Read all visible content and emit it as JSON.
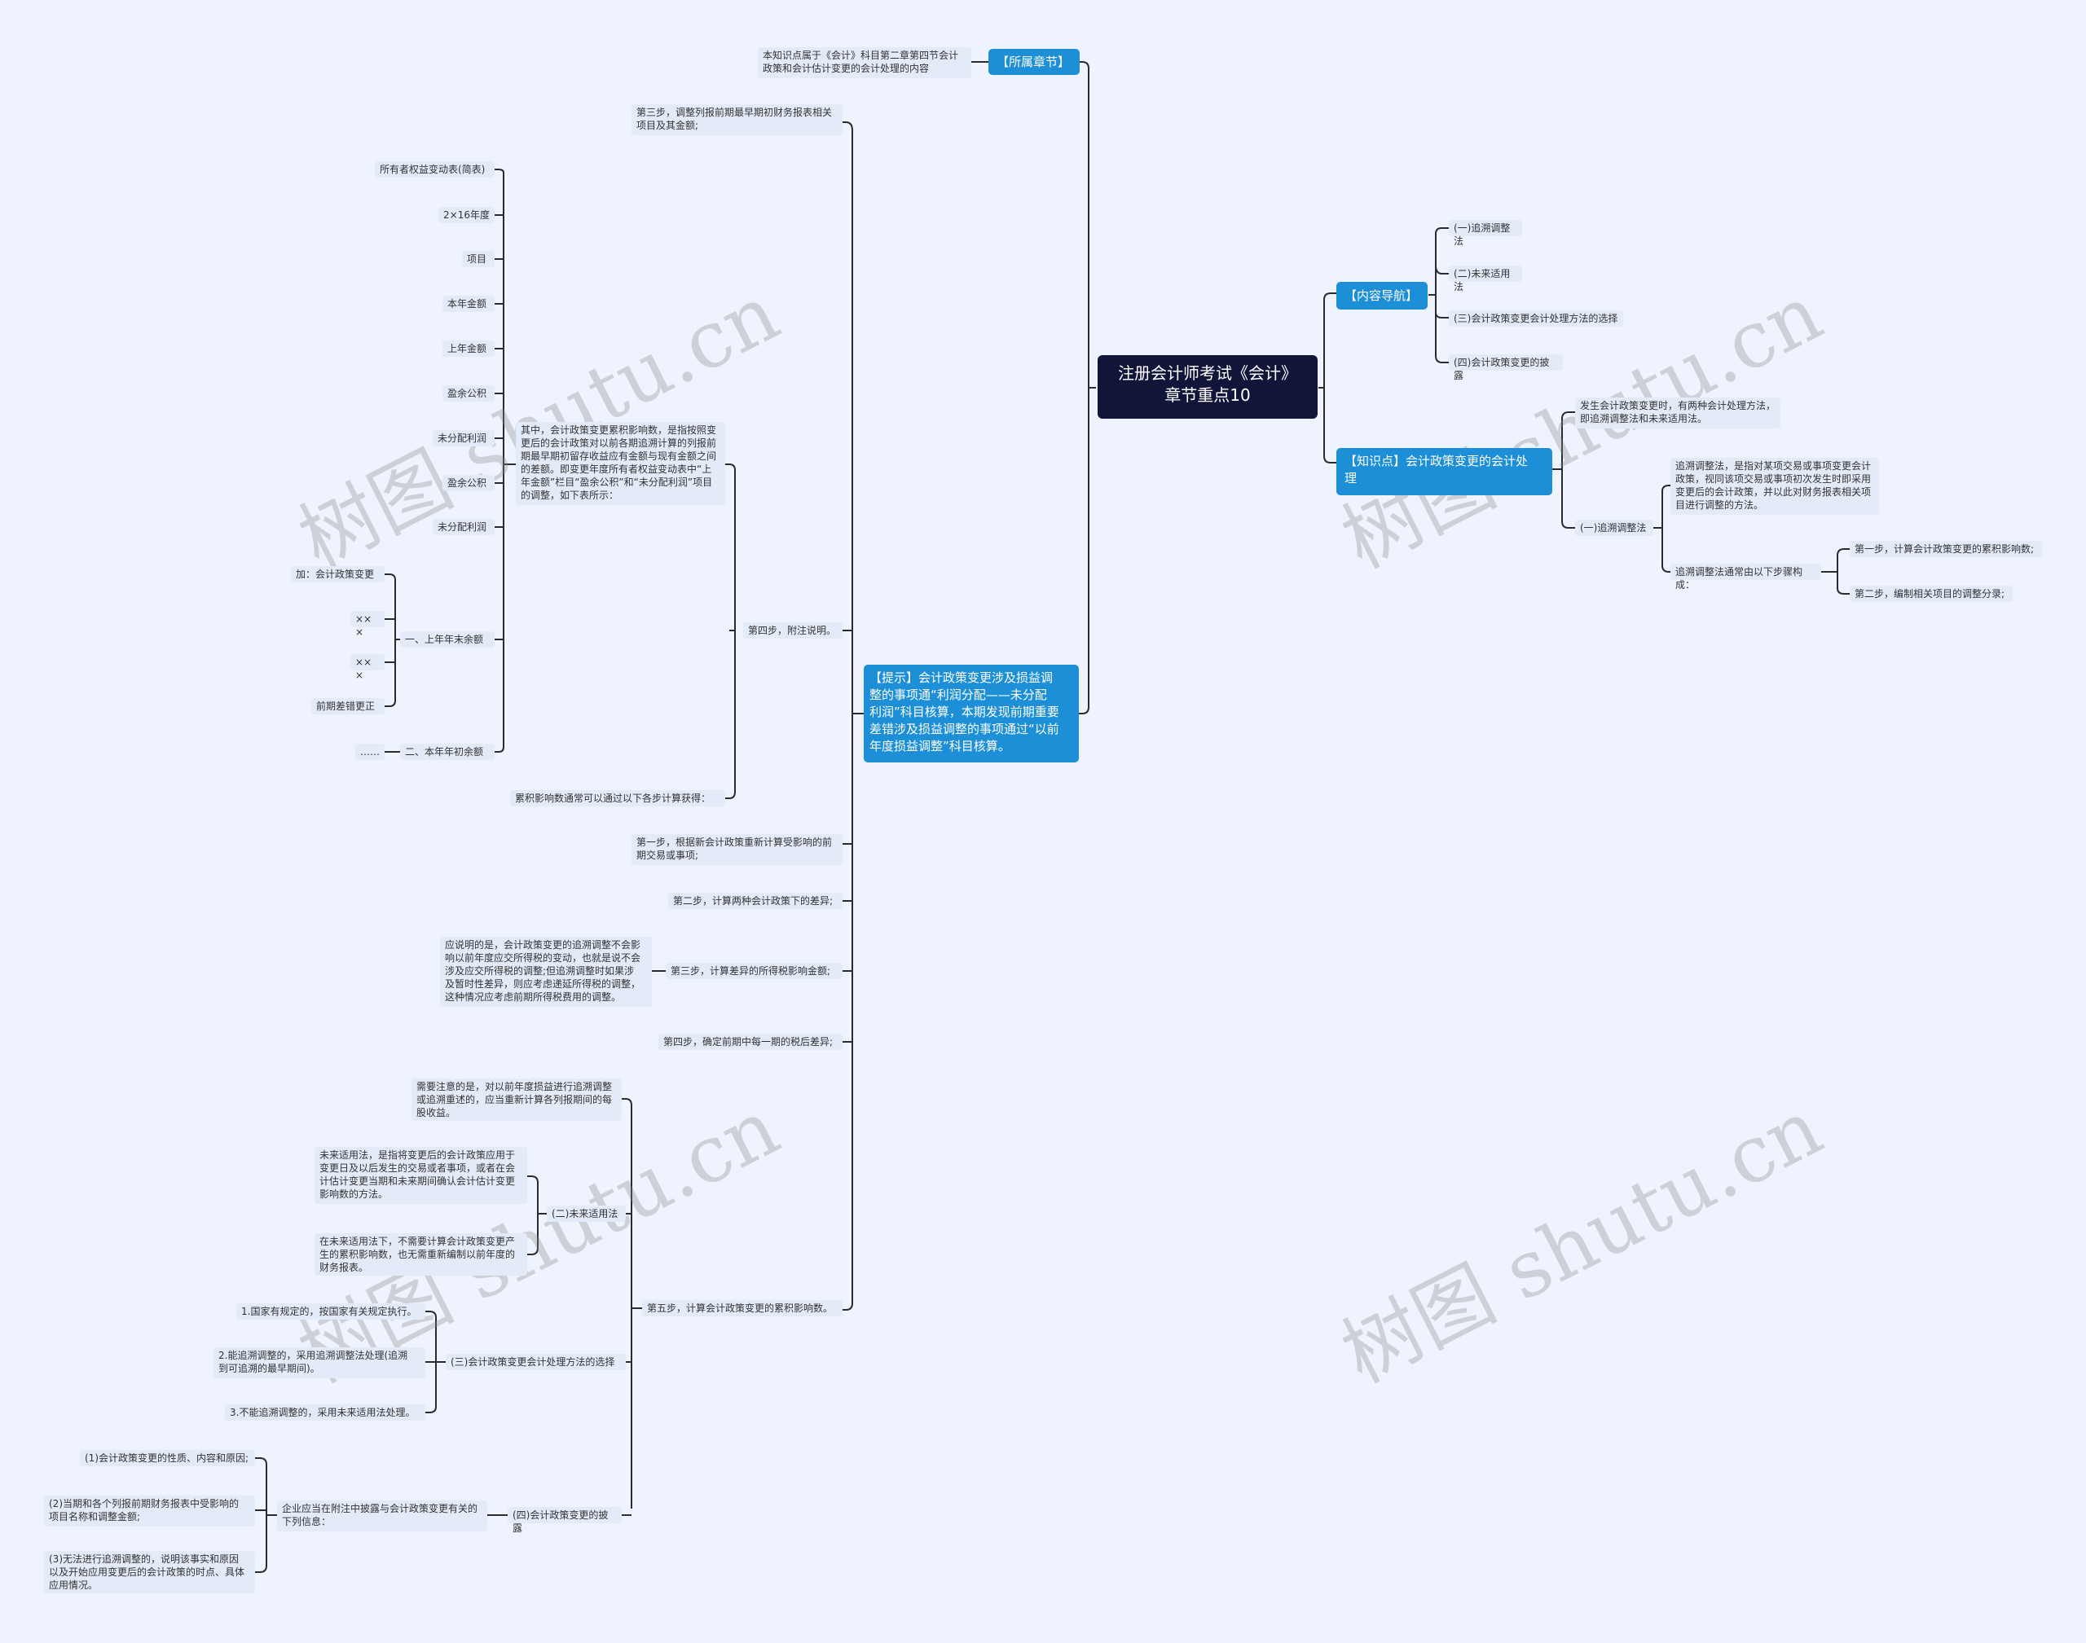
{
  "root": "注册会计师考试《会计》\n章节重点10",
  "chapter": {
    "label": "【所属章节】",
    "desc": "本知识点属于《会计》科目第二章第四节会计\n政策和会计估计变更的会计处理的内容"
  },
  "nav": {
    "label": "【内容导航】",
    "items": [
      "(一)追溯调整法",
      "(二)未来适用法",
      "(三)会计政策变更会计处理方法的选择",
      "(四)会计政策变更的披露"
    ]
  },
  "knowledge": {
    "label": "【知识点】会计政策变更的会计处\n理",
    "intro": "发生会计政策变更时，有两种会计处理方法，\n即追溯调整法和未来适用法。",
    "method1": "(一)追溯调整法",
    "def": "追溯调整法，是指对某项交易或事项变更会计\n政策，视同该项交易或事项初次发生时即采用\n变更后的会计政策，并以此对财务报表相关项\n目进行调整的方法。",
    "steps_label": "追溯调整法通常由以下步骤构成：",
    "step1": "第一步，计算会计政策变更的累积影响数;",
    "step2": "第二步，编制相关项目的调整分录;"
  },
  "tip": "【提示】会计政策变更涉及损益调\n整的事项通“利润分配——未分配\n利润”科目核算，本期发现前期重要\n差错涉及损益调整的事项通过“以前\n年度损益调整”科目核算。",
  "left": {
    "step3_top": "第三步，调整列报前期最早期初财务报表相关\n项目及其金额;",
    "step4": "第四步，附注说明。",
    "explain": "其中，会计政策变更累积影响数，是指按照变\n更后的会计政策对以前各期追溯计算的列报前\n期最早期初留存收益应有金额与现有金额之间\n的差额。即变更年度所有者权益变动表中“上\n年金额”栏目“盈余公积”和“未分配利润”项目\n的调整，如下表所示：",
    "table": [
      "所有者权益变动表(简表)",
      "2×16年度",
      "项目",
      "本年金额",
      "上年金额",
      "盈余公积",
      "未分配利润",
      "盈余公积",
      "未分配利润"
    ],
    "row1": "一、上年年末余额",
    "row1_children": [
      "加：会计政策变更",
      "×××",
      "×××",
      "前期差错更正"
    ],
    "row2": "二、本年年初余额",
    "row2_child": "……",
    "cumul": "累积影响数通常可以通过以下各步计算获得：",
    "s1": "第一步，根据新会计政策重新计算受影响的前\n期交易或事项;",
    "s2": "第二步，计算两种会计政策下的差异;",
    "s3": "第三步，计算差异的所得税影响金额;",
    "s3_note": "应说明的是，会计政策变更的追溯调整不会影\n响以前年度应交所得税的变动，也就是说不会\n涉及应交所得税的调整;但追溯调整时如果涉\n及暂时性差异，则应考虑递延所得税的调整，\n这种情况应考虑前期所得税费用的调整。",
    "s4": "第四步，确定前期中每一期的税后差异;",
    "s5": "第五步，计算会计政策变更的累积影响数。",
    "s5_note": "需要注意的是，对以前年度损益进行追溯调整\n或追溯重述的，应当重新计算各列报期间的每\n股收益。",
    "future": "(二)未来适用法",
    "future_def": "未来适用法，是指将变更后的会计政策应用于\n变更日及以后发生的交易或者事项，或者在会\n计估计变更当期和未来期间确认会计估计变更\n影响数的方法。",
    "future_note": "在未来适用法下，不需要计算会计政策变更产\n生的累积影响数，也无需重新编制以前年度的\n财务报表。",
    "choice": "(三)会计政策变更会计处理方法的选择",
    "choice_items": [
      "1.国家有规定的，按国家有关规定执行。",
      "2.能追溯调整的，采用追溯调整法处理(追溯\n到可追溯的最早期间)。",
      "3.不能追溯调整的，采用未来适用法处理。"
    ],
    "disclose": "(四)会计政策变更的披露",
    "disclose_intro": "企业应当在附注中披露与会计政策变更有关的\n下列信息：",
    "disclose_items": [
      "(1)会计政策变更的性质、内容和原因;",
      "(2)当期和各个列报前期财务报表中受影响的\n项目名称和调整金额;",
      "(3)无法进行追溯调整的，说明该事实和原因\n以及开始应用变更后的会计政策的时点、具体\n应用情况。"
    ]
  },
  "watermark": "树图 shutu.cn",
  "colors": {
    "background": "#eef3fd",
    "accent": "#1c8fd6",
    "root": "#111539",
    "leaf": "#e3eaf8",
    "line": "#2b2b2b"
  }
}
